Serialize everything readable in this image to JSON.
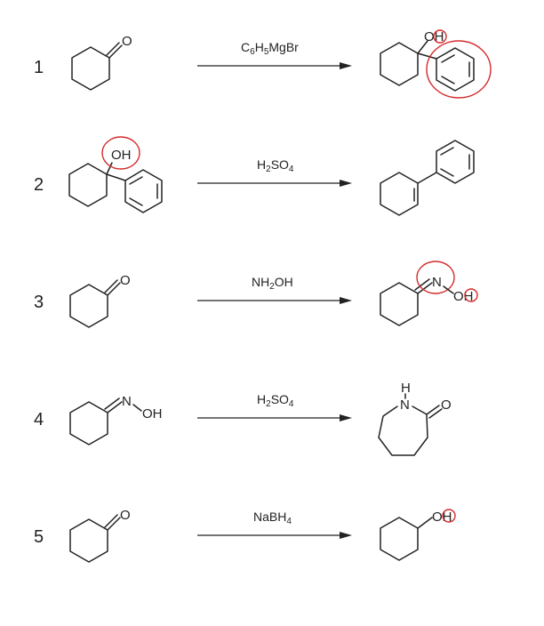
{
  "reactions": [
    {
      "number": "1",
      "reagent_main": "C",
      "reagent_sub1": "6",
      "reagent_mid1": "H",
      "reagent_sub2": "5",
      "reagent_tail": "MgBr",
      "reactant_atom": "O",
      "product_atom": "OH"
    },
    {
      "number": "2",
      "reagent_main": "H",
      "reagent_sub1": "2",
      "reagent_mid1": "SO",
      "reagent_sub2": "4",
      "reagent_tail": "",
      "reactant_atom": "OH"
    },
    {
      "number": "3",
      "reagent_main": "NH",
      "reagent_sub1": "2",
      "reagent_mid1": "OH",
      "reagent_sub2": "",
      "reagent_tail": "",
      "reactant_atom": "O",
      "product_atom_n": "N",
      "product_atom_oh": "OH"
    },
    {
      "number": "4",
      "reagent_main": "H",
      "reagent_sub1": "2",
      "reagent_mid1": "SO",
      "reagent_sub2": "4",
      "reagent_tail": "",
      "reactant_atom_n": "N",
      "reactant_atom_oh": "OH",
      "product_atom_h": "H",
      "product_atom_n": "N",
      "product_atom_o": "O"
    },
    {
      "number": "5",
      "reagent_main": "NaBH",
      "reagent_sub1": "4",
      "reagent_mid1": "",
      "reagent_sub2": "",
      "reagent_tail": "",
      "reactant_atom": "O",
      "product_atom": "OH"
    }
  ],
  "colors": {
    "ink": "#222222",
    "highlight": "#d42a2a"
  }
}
